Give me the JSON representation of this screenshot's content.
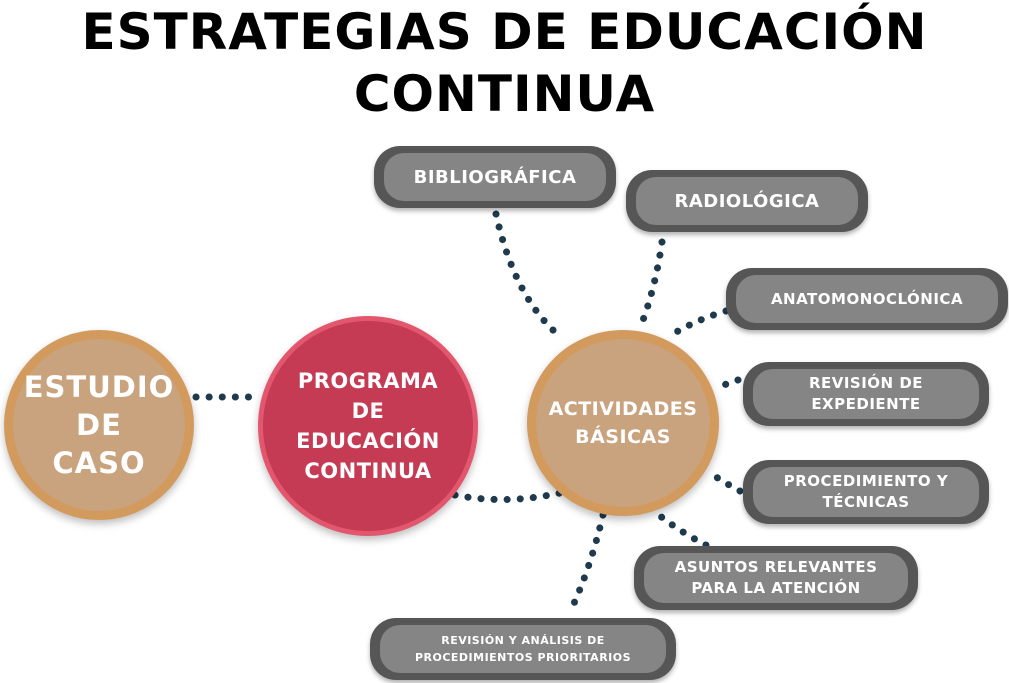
{
  "title": {
    "line1": "ESTRATEGIAS DE EDUCACIÓN",
    "line2": "CONTINUA"
  },
  "circles": {
    "estudio": {
      "line1": "ESTUDIO",
      "line2": "DE",
      "line3": "CASO"
    },
    "programa": {
      "line1": "PROGRAMA",
      "line2": "DE",
      "line3": "EDUCACIÓN",
      "line4": "CONTINUA"
    },
    "actividades": {
      "line1": "ACTIVIDADES",
      "line2": "BÁSICAS"
    }
  },
  "pills": {
    "bibliografica": {
      "line1": "BIBLIOGRÁFICA"
    },
    "radiologica": {
      "line1": "RADIOLÓGICA"
    },
    "anatomo": {
      "line1": "ANATOMONOCLÓNICA"
    },
    "revision_exp": {
      "line1": "REVISIÓN DE",
      "line2": "EXPEDIENTE"
    },
    "procedimiento": {
      "line1": "PROCEDIMIENTO Y",
      "line2": "TÉCNICAS"
    },
    "asuntos": {
      "line1": "ASUNTOS RELEVANTES",
      "line2": "PARA LA ATENCIÓN"
    },
    "revision_analisis": {
      "line1": "REVISIÓN Y ANÁLISIS DE",
      "line2": "PROCEDIMIENTOS PRIORITARIOS"
    }
  },
  "colors": {
    "dot": "#1f3a4d",
    "tan_fill": "#c9a27e",
    "tan_border": "#d39a5e",
    "red_fill": "#c63b54",
    "pill_outer": "#565656",
    "pill_inner": "#858585"
  }
}
